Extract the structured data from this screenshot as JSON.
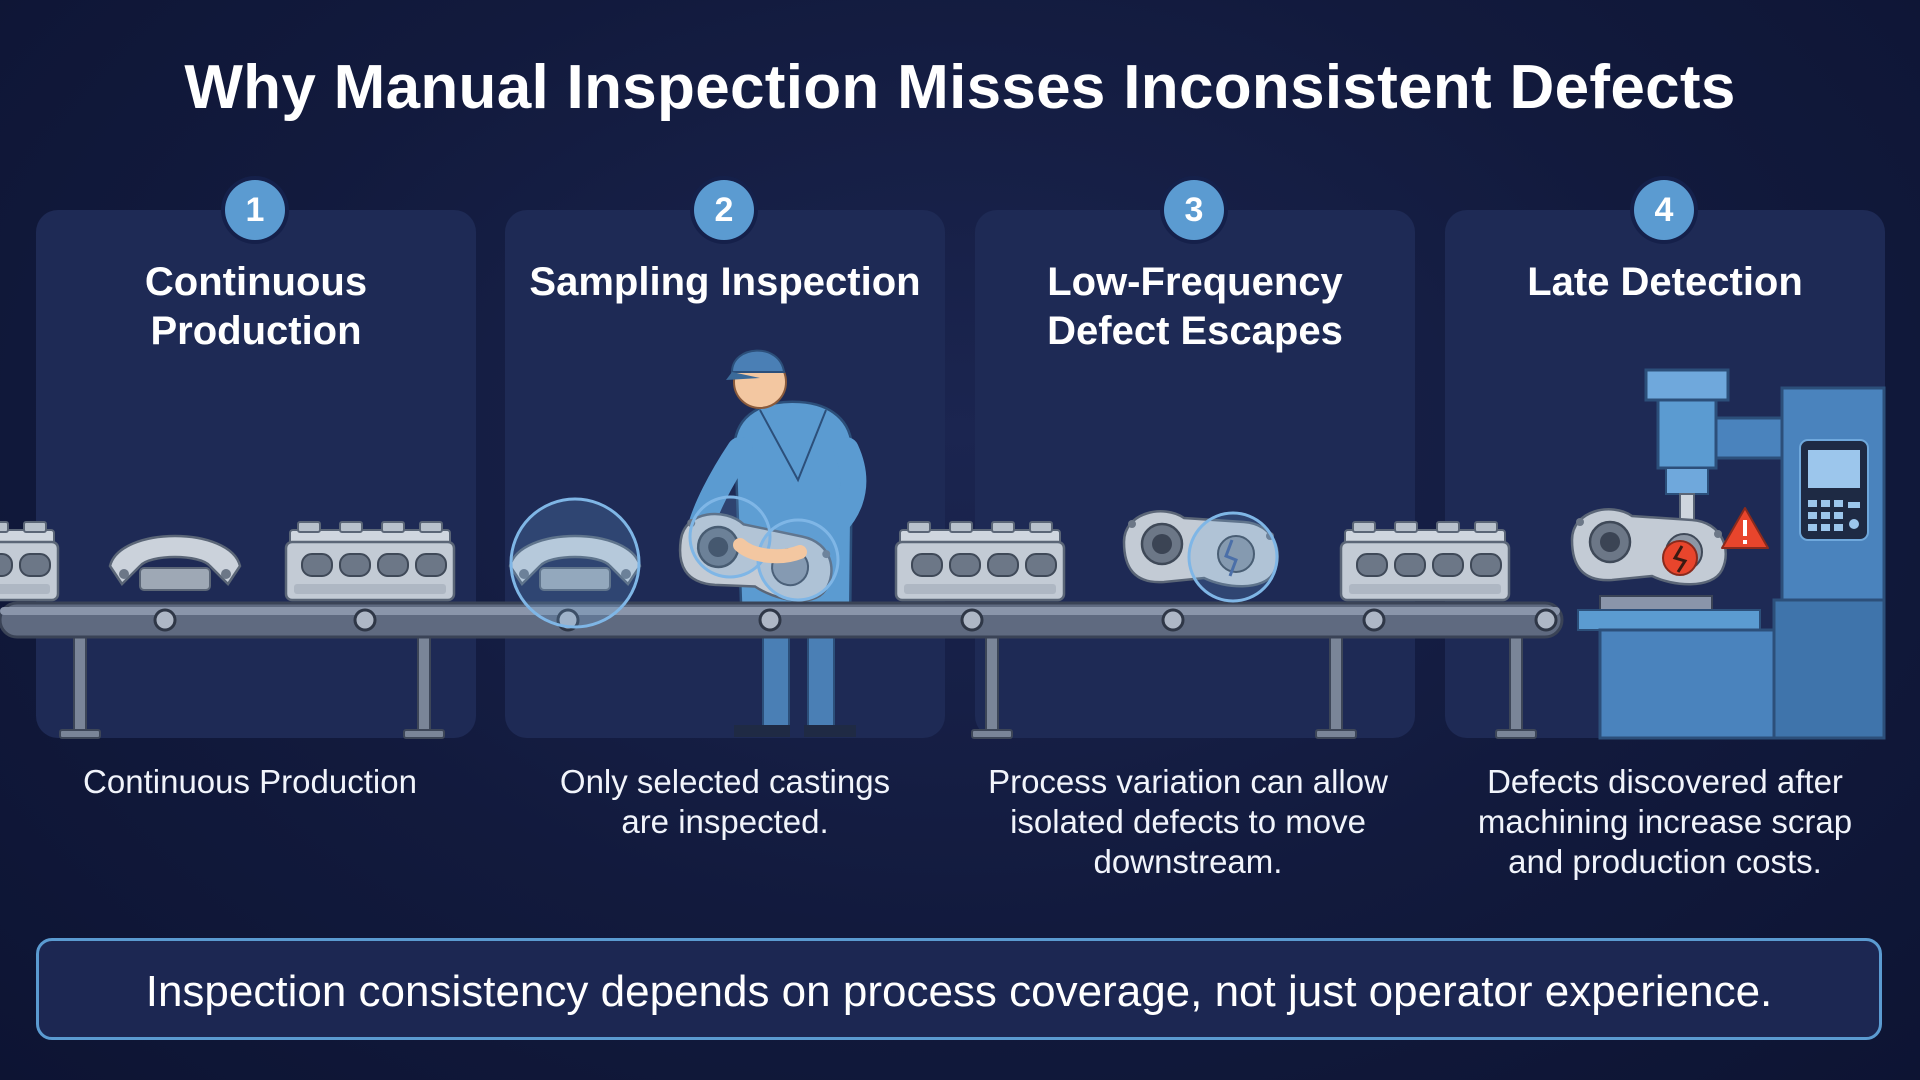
{
  "title": "Why Manual Inspection Misses Inconsistent Defects",
  "steps": [
    {
      "number": "1",
      "title": "Continuous Production",
      "description": "Continuous Production"
    },
    {
      "number": "2",
      "title": "Sampling Inspection",
      "description": "Only selected castings are inspected."
    },
    {
      "number": "3",
      "title": "Low-Frequency Defect Escapes",
      "description": "Process variation can allow isolated defects to move downstream."
    },
    {
      "number": "4",
      "title": "Late Detection",
      "description": "Defects discovered after machining increase scrap and production costs."
    }
  ],
  "footer": "Inspection consistency depends on process coverage, not just operator experience.",
  "colors": {
    "background": "#121a3d",
    "panel": "#1e2a55",
    "accent": "#5b9bd1",
    "warning": "#e8452c"
  }
}
